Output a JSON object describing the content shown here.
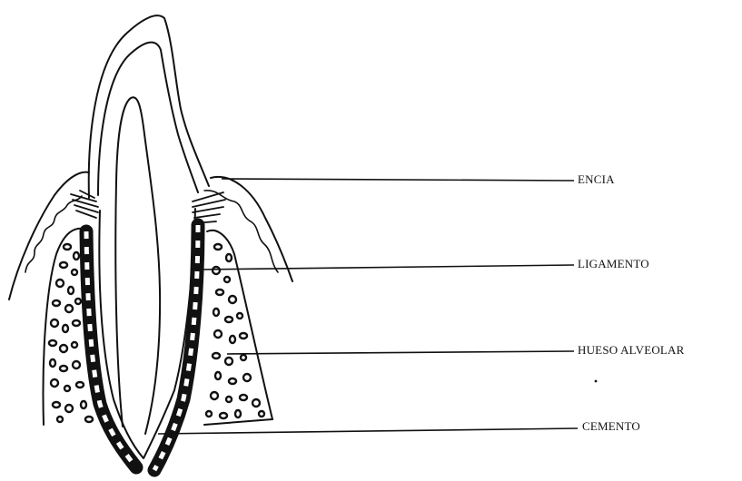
{
  "labels": {
    "encia": "ENCIA",
    "ligamento": "LIGAMENTO",
    "hueso_alveolar": "HUESO ALVEOLAR",
    "cemento": "CEMENTO"
  },
  "colors": {
    "ink": "#111111",
    "background": "#ffffff"
  }
}
